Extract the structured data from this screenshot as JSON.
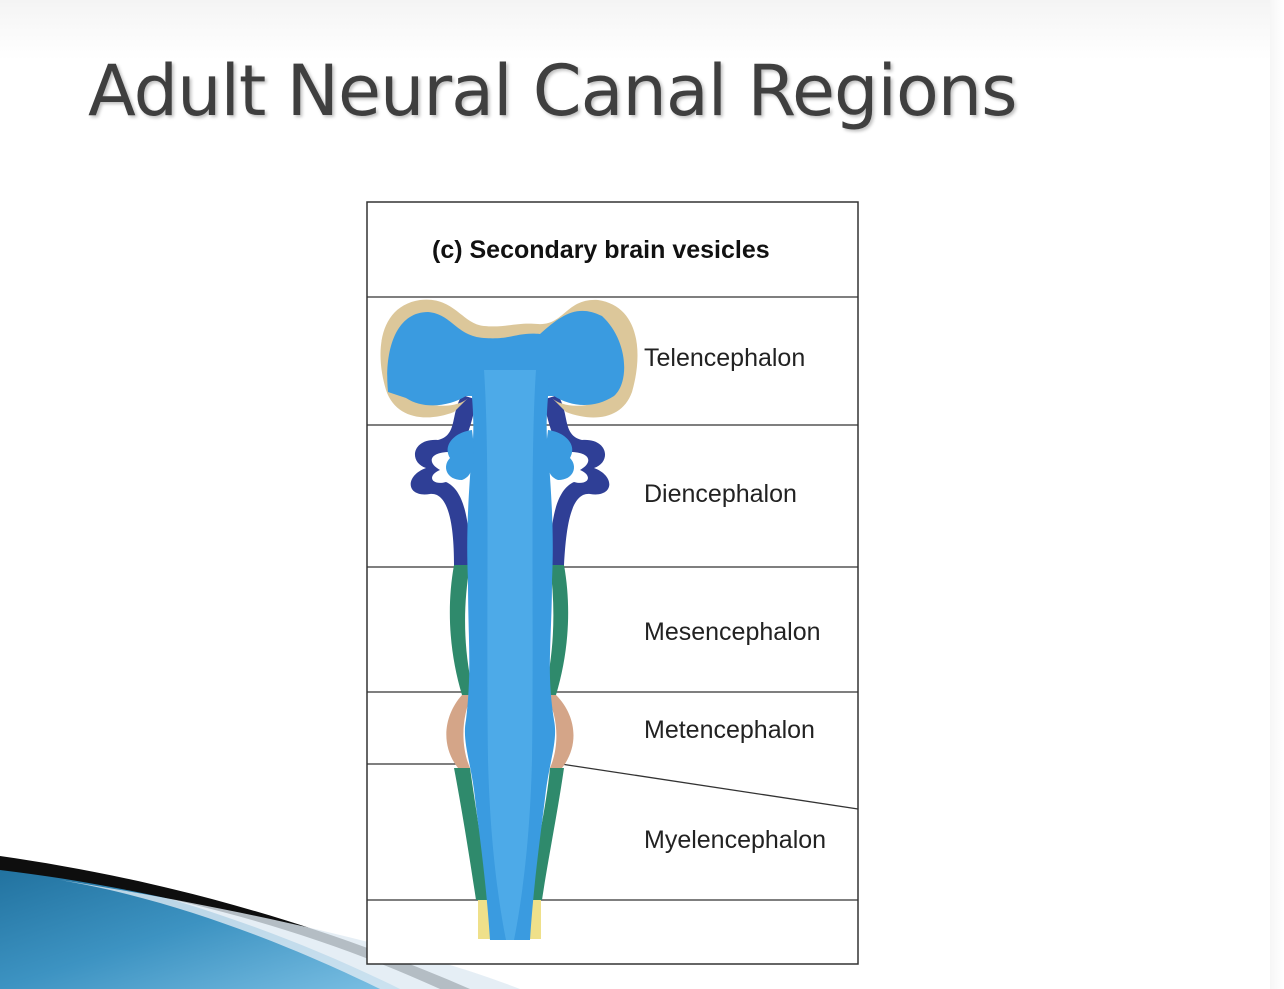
{
  "slide": {
    "title": "Adult Neural Canal Regions"
  },
  "figure": {
    "caption": "(c) Secondary brain vesicles",
    "regions": [
      {
        "label": "Telencephalon",
        "color": "#dcc79a"
      },
      {
        "label": "Diencephalon",
        "color": "#2f3f96"
      },
      {
        "label": "Mesencephalon",
        "color": "#2f8a6c"
      },
      {
        "label": "Metencephalon",
        "color": "#d4a588"
      },
      {
        "label": "Myelencephalon",
        "color": "#2f8a6c"
      }
    ],
    "lumen_color": "#3a9be0",
    "spinal_cord_color": "#efe08a"
  },
  "theme": {
    "title_color": "#3f3f3f",
    "accent_blue": "#2a7fb0"
  }
}
